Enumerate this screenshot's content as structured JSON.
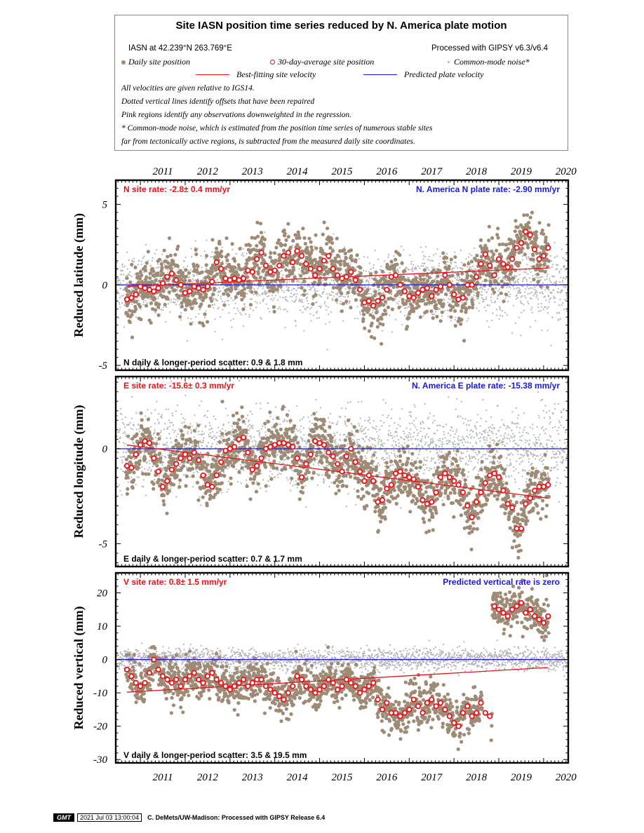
{
  "legend": {
    "title": "Site IASN position time series reduced by N. America plate motion",
    "site_coords": "IASN at 42.239°N 263.769°E",
    "processed": "Processed with GIPSY v6.3/v6.4",
    "daily": "Daily site position",
    "avg": "30-day-average site position",
    "cm_noise": "Common-mode noise*",
    "best_fit": "Best-fitting site velocity",
    "pred": "Predicted plate velocity",
    "notes": [
      "All velocities are given relative to IGS14.",
      "Dotted vertical lines identify offsets that have been repaired",
      "Pink regions identify any observations downweighted in the regression.",
      "* Common-mode noise, which is estimated from the position time series of numerous stable sites",
      "far from tectonically active regions, is subtracted from the measured daily site coordinates."
    ]
  },
  "colors": {
    "daily": "#9e8b76",
    "avg": "#e8141b",
    "fit": "#e8141b",
    "pred": "#1a1adc",
    "noise": "#b4b4b4"
  },
  "chart_data": [
    {
      "type": "scatter",
      "ylabel": "Reduced latitude (mm)",
      "xlim": [
        2010.45,
        2020.55
      ],
      "ylim": [
        -5.3,
        6.5
      ],
      "yticks": [
        -5,
        0,
        5
      ],
      "xticks": [
        2011,
        2012,
        2013,
        2014,
        2015,
        2016,
        2017,
        2018,
        2019,
        2020
      ],
      "site_rate": "N site rate:  -2.8± 0.4 mm/yr",
      "plate_rate": "N. America N plate rate: -2.90 mm/yr",
      "scatter": "N daily & longer-period scatter:   0.9 &   1.8 mm",
      "fit": {
        "x": [
          2010.7,
          2020.1
        ],
        "y": [
          -0.1,
          1.05
        ]
      },
      "pred": 0,
      "avg_x": [
        2010.7,
        2010.8,
        2010.9,
        2011.0,
        2011.1,
        2011.2,
        2011.3,
        2011.4,
        2011.5,
        2011.6,
        2011.7,
        2011.8,
        2011.9,
        2012.0,
        2012.1,
        2012.2,
        2012.3,
        2012.4,
        2012.5,
        2012.6,
        2012.7,
        2012.8,
        2012.9,
        2013.0,
        2013.1,
        2013.2,
        2013.3,
        2013.4,
        2013.5,
        2013.6,
        2013.7,
        2013.8,
        2013.9,
        2014.0,
        2014.1,
        2014.2,
        2014.3,
        2014.4,
        2014.5,
        2014.6,
        2014.7,
        2014.8,
        2014.9,
        2015.0,
        2015.1,
        2015.2,
        2015.3,
        2015.4,
        2015.5,
        2015.6,
        2015.7,
        2015.8,
        2015.9,
        2016.0,
        2016.1,
        2016.2,
        2016.3,
        2016.4,
        2016.5,
        2016.6,
        2016.7,
        2016.8,
        2016.9,
        2017.0,
        2017.1,
        2017.2,
        2017.3,
        2017.4,
        2017.5,
        2017.6,
        2017.7,
        2017.8,
        2017.9,
        2018.0,
        2018.1,
        2018.2,
        2018.3,
        2018.4,
        2018.5,
        2018.6,
        2018.7,
        2018.8,
        2018.9,
        2019.0,
        2019.1,
        2019.2,
        2019.3,
        2019.4,
        2019.5,
        2019.6,
        2019.7,
        2019.8,
        2019.9,
        2020.0,
        2020.1
      ],
      "avg_y": [
        -0.9,
        -0.8,
        -0.6,
        -0.1,
        -0.2,
        -0.3,
        -0.4,
        -0.2,
        0.1,
        0.5,
        0.7,
        0.3,
        0.0,
        -0.5,
        -0.4,
        -0.1,
        -0.2,
        -0.3,
        -0.1,
        0.2,
        1.4,
        1.0,
        0.4,
        0.3,
        0.4,
        0.3,
        0.4,
        0.9,
        0.8,
        1.6,
        2.0,
        1.2,
        0.8,
        0.9,
        1.2,
        1.8,
        2.0,
        1.4,
        2.1,
        1.8,
        1.3,
        1.0,
        0.6,
        1.0,
        1.5,
        1.8,
        1.0,
        0.6,
        0.4,
        0.5,
        0.8,
        0.3,
        -0.3,
        -1.1,
        -1.0,
        -1.3,
        -1.0,
        -0.8,
        -0.3,
        0.5,
        0.6,
        0.0,
        -0.4,
        -0.7,
        -0.8,
        -0.5,
        -0.3,
        -0.2,
        -0.7,
        -0.3,
        -0.1,
        0.6,
        0.0,
        -0.6,
        -0.9,
        -0.8,
        0.0,
        0.0,
        0.5,
        1.3,
        1.9,
        1.2,
        0.6,
        1.6,
        1.3,
        1.1,
        1.6,
        2.3,
        2.6,
        3.3,
        3.1,
        2.2,
        1.6,
        1.8,
        2.3
      ],
      "daily_sd": 0.85,
      "noise_sd": 1.0
    },
    {
      "type": "scatter",
      "ylabel": "Reduced longitude (mm)",
      "xlim": [
        2010.45,
        2020.55
      ],
      "ylim": [
        -6.2,
        3.8
      ],
      "yticks": [
        -5,
        0
      ],
      "xticks": [
        2011,
        2012,
        2013,
        2014,
        2015,
        2016,
        2017,
        2018,
        2019,
        2020
      ],
      "site_rate": "E site rate:  -15.6± 0.3 mm/yr",
      "plate_rate": "N. America E plate rate: -15.38 mm/yr",
      "scatter": "E daily & longer-period scatter:   0.7 &   1.7 mm",
      "fit": {
        "x": [
          2010.7,
          2020.1
        ],
        "y": [
          0.2,
          -2.6
        ]
      },
      "pred": 0,
      "avg_x": [
        2010.7,
        2010.8,
        2010.9,
        2011.0,
        2011.1,
        2011.2,
        2011.3,
        2011.4,
        2011.5,
        2011.6,
        2011.7,
        2011.8,
        2011.9,
        2012.0,
        2012.1,
        2012.2,
        2012.3,
        2012.4,
        2012.5,
        2012.6,
        2012.7,
        2012.8,
        2012.9,
        2013.0,
        2013.1,
        2013.2,
        2013.3,
        2013.4,
        2013.5,
        2013.6,
        2013.7,
        2013.8,
        2013.9,
        2014.0,
        2014.1,
        2014.2,
        2014.3,
        2014.4,
        2014.5,
        2014.6,
        2014.7,
        2014.8,
        2014.9,
        2015.0,
        2015.1,
        2015.2,
        2015.3,
        2015.4,
        2015.5,
        2015.6,
        2015.7,
        2015.8,
        2015.9,
        2016.0,
        2016.1,
        2016.2,
        2016.3,
        2016.4,
        2016.5,
        2016.6,
        2016.7,
        2016.8,
        2016.9,
        2017.0,
        2017.1,
        2017.2,
        2017.3,
        2017.4,
        2017.5,
        2017.6,
        2017.7,
        2017.8,
        2017.9,
        2018.0,
        2018.1,
        2018.2,
        2018.3,
        2018.4,
        2018.5,
        2018.6,
        2018.7,
        2018.8,
        2018.9,
        2019.0,
        2019.1,
        2019.2,
        2019.3,
        2019.4,
        2019.5,
        2019.6,
        2019.7,
        2019.8,
        2019.9,
        2020.0,
        2020.1
      ],
      "avg_y": [
        -0.9,
        -1.0,
        -0.3,
        0.2,
        0.4,
        0.3,
        -0.5,
        -1.2,
        -2.0,
        -1.7,
        -1.1,
        -0.8,
        -0.5,
        -0.3,
        -0.5,
        -0.2,
        -0.6,
        -1.4,
        -1.9,
        -2.0,
        -1.4,
        -0.7,
        -0.1,
        0.0,
        0.1,
        0.5,
        0.6,
        -0.2,
        -1.1,
        -0.9,
        -0.5,
        0.0,
        0.1,
        0.2,
        0.3,
        0.3,
        0.2,
        0.1,
        -0.5,
        -1.5,
        -0.8,
        -0.3,
        0.4,
        0.3,
        0.2,
        -0.2,
        -0.4,
        -0.8,
        -1.2,
        -0.4,
        0.0,
        -0.7,
        -1.2,
        -1.7,
        -1.4,
        -1.7,
        -2.8,
        -2.7,
        -2.1,
        -1.9,
        -1.3,
        -1.2,
        -1.4,
        -1.5,
        -1.6,
        -2.0,
        -2.7,
        -2.9,
        -2.8,
        -2.3,
        -1.5,
        -1.3,
        -1.5,
        -1.7,
        -1.9,
        -2.3,
        -3.0,
        -3.6,
        -2.8,
        -2.3,
        -1.8,
        -1.4,
        -1.3,
        -1.5,
        -2.2,
        -2.9,
        -3.1,
        -4.2,
        -4.2,
        -2.9,
        -2.6,
        -2.2,
        -2.0,
        -2.0,
        -1.9
      ],
      "daily_sd": 0.7,
      "noise_sd": 1.0
    },
    {
      "type": "scatter",
      "ylabel": "Reduced vertical (mm)",
      "xlim": [
        2010.45,
        2020.55
      ],
      "ylim": [
        -31,
        26
      ],
      "yticks": [
        -30,
        -20,
        -10,
        0,
        10,
        20
      ],
      "xticks": [
        2011,
        2012,
        2013,
        2014,
        2015,
        2016,
        2017,
        2018,
        2019,
        2020
      ],
      "site_rate": "V site rate:   0.8± 1.5 mm/yr",
      "plate_rate": "Predicted vertical rate is zero",
      "scatter": "V daily & longer-period scatter:   3.5 &   19.5 mm",
      "fit": {
        "x": [
          2010.7,
          2020.1
        ],
        "y": [
          -9.8,
          -2.4
        ]
      },
      "pred": 0,
      "avg_x": [
        2010.7,
        2010.8,
        2010.9,
        2011.0,
        2011.1,
        2011.2,
        2011.3,
        2011.4,
        2011.5,
        2011.6,
        2011.7,
        2011.8,
        2011.9,
        2012.0,
        2012.1,
        2012.2,
        2012.3,
        2012.4,
        2012.5,
        2012.6,
        2012.7,
        2012.8,
        2012.9,
        2013.0,
        2013.1,
        2013.2,
        2013.3,
        2013.4,
        2013.5,
        2013.6,
        2013.7,
        2013.8,
        2013.9,
        2014.0,
        2014.1,
        2014.2,
        2014.3,
        2014.4,
        2014.5,
        2014.6,
        2014.7,
        2014.8,
        2014.9,
        2015.0,
        2015.1,
        2015.2,
        2015.3,
        2015.4,
        2015.5,
        2015.6,
        2015.7,
        2015.8,
        2015.9,
        2016.0,
        2016.1,
        2016.2,
        2016.3,
        2016.4,
        2016.5,
        2016.6,
        2016.7,
        2016.8,
        2016.9,
        2017.0,
        2017.1,
        2017.2,
        2017.3,
        2017.4,
        2017.5,
        2017.6,
        2017.7,
        2017.8,
        2017.9,
        2018.0,
        2018.1,
        2018.2,
        2018.3,
        2018.4,
        2018.5,
        2018.6,
        2018.7,
        2018.8,
        2018.9,
        2019.0,
        2019.1,
        2019.2,
        2019.3,
        2019.4,
        2019.5,
        2019.6,
        2019.7,
        2019.8,
        2019.9,
        2020.0,
        2020.1
      ],
      "avg_y": [
        -3,
        -5,
        -7,
        -8,
        -7,
        -4,
        0,
        -3,
        -5,
        -6,
        -7,
        -6,
        -8,
        -6,
        -5,
        -4,
        -6,
        -7,
        -5,
        -4,
        -6,
        -7,
        -8,
        -9,
        -8,
        -7,
        -6,
        -8,
        -7,
        -6,
        -6,
        -8,
        -9,
        -10,
        -11,
        -12,
        -10,
        -8,
        -5,
        -6,
        -8,
        -9,
        -10,
        -9,
        -8,
        -6,
        -7,
        -9,
        -8,
        -6,
        -7,
        -8,
        -10,
        -9,
        -8,
        -7,
        -12,
        -15,
        -13,
        -16,
        -16,
        -17,
        -16,
        -15,
        -12,
        -14,
        -16,
        -13,
        -12,
        -14,
        -13,
        -15,
        -17,
        -19,
        -20,
        -16,
        -14,
        -17,
        -16,
        -13,
        -16,
        -17,
        16,
        15,
        14,
        13,
        15,
        16,
        17,
        14,
        15,
        13,
        12,
        11,
        13
      ],
      "daily_sd": 3.0,
      "noise_sd": 1.6
    }
  ],
  "footer": {
    "logo": "GMT",
    "timestamp": "2021 Jul 03 13:00:04",
    "credit": "C. DeMets/UW-Madison: Processed with GIPSY Release 6.4"
  }
}
